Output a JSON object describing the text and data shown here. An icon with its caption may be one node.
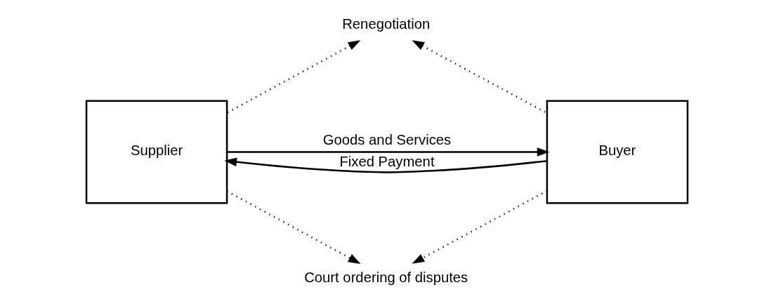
{
  "diagram": {
    "nodes": [
      {
        "text": [
          "Supplier"
        ]
      },
      {
        "text": [
          "Buyer"
        ]
      },
      {
        "text": [
          "Renegotiation"
        ]
      },
      {
        "text": [
          "Court ordering of disputes"
        ]
      }
    ],
    "edges": [
      {
        "from": 0,
        "to": 1,
        "arrow": "to",
        "label": "Goods and Services"
      },
      {
        "from": 1,
        "to": 0,
        "arrow": "to",
        "label": "Fixed Payment"
      },
      {
        "from": 0,
        "to": 2,
        "arrow": "to",
        "style": "dashed"
      },
      {
        "from": 1,
        "to": 2,
        "arrow": "to",
        "style": "dashed"
      },
      {
        "from": 0,
        "to": 3,
        "arrow": "to",
        "style": "dashed"
      },
      {
        "from": 1,
        "to": 3,
        "arrow": "to",
        "style": "dashed"
      }
    ]
  }
}
